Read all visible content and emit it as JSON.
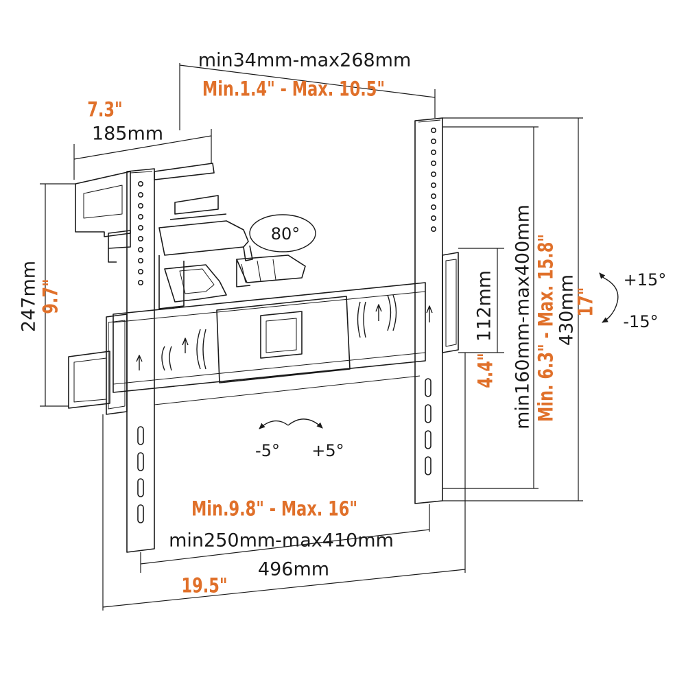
{
  "dimensions": {
    "arm_span_mm": "min34mm-max268mm",
    "arm_span_in": "Min.1.4\" - Max. 10.5\"",
    "wall_plate_width_in": "7.3\"",
    "wall_plate_width_mm": "185mm",
    "wall_plate_height_mm": "247mm",
    "wall_plate_height_in": "9.7\"",
    "center_height_mm": "112mm",
    "center_height_in": "4.4\"",
    "vesa_vertical_mm": "min160mm-max400mm",
    "vesa_vertical_in": "Min. 6.3\" - Max. 15.8\"",
    "bracket_height_mm": "430mm",
    "bracket_height_in": "17\"",
    "vesa_horizontal_in": "Min.9.8\" - Max. 16\"",
    "vesa_horizontal_mm": "min250mm-max410mm",
    "total_width_in": "19.5\"",
    "total_width_mm": "496mm"
  },
  "angles": {
    "swivel": "80°",
    "tilt_up": "+15°",
    "tilt_down": "-15°",
    "level_left": "-5°",
    "level_right": "+5°"
  },
  "colors": {
    "line": "#1a1a1a",
    "accent": "#e0702a"
  }
}
